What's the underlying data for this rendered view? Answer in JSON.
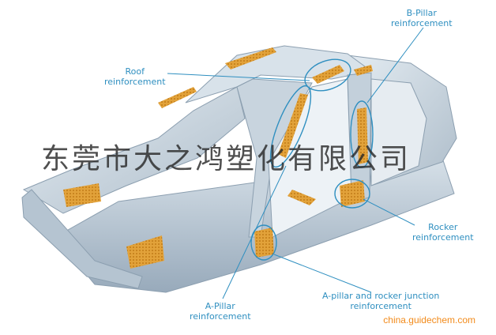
{
  "callouts": {
    "b_pillar": {
      "line1": "B-Pillar",
      "line2": "reinforcement"
    },
    "roof": {
      "line1": "Roof",
      "line2": "reinforcement"
    },
    "rocker": {
      "line1": "Rocker",
      "line2": "reinforcement"
    },
    "a_pillar": {
      "line1": "A-Pillar",
      "line2": "reinforcement"
    },
    "junction": {
      "line1": "A-pillar and rocker junction",
      "line2": "reinforcement"
    }
  },
  "watermark": "东莞市大之鸿塑化有限公司",
  "source": "china.guidechem.com",
  "colors": {
    "callout": "#2f8fc0",
    "reinforcement": "#e0a030",
    "body": "#c9d6e0",
    "source": "#f28a1a"
  }
}
